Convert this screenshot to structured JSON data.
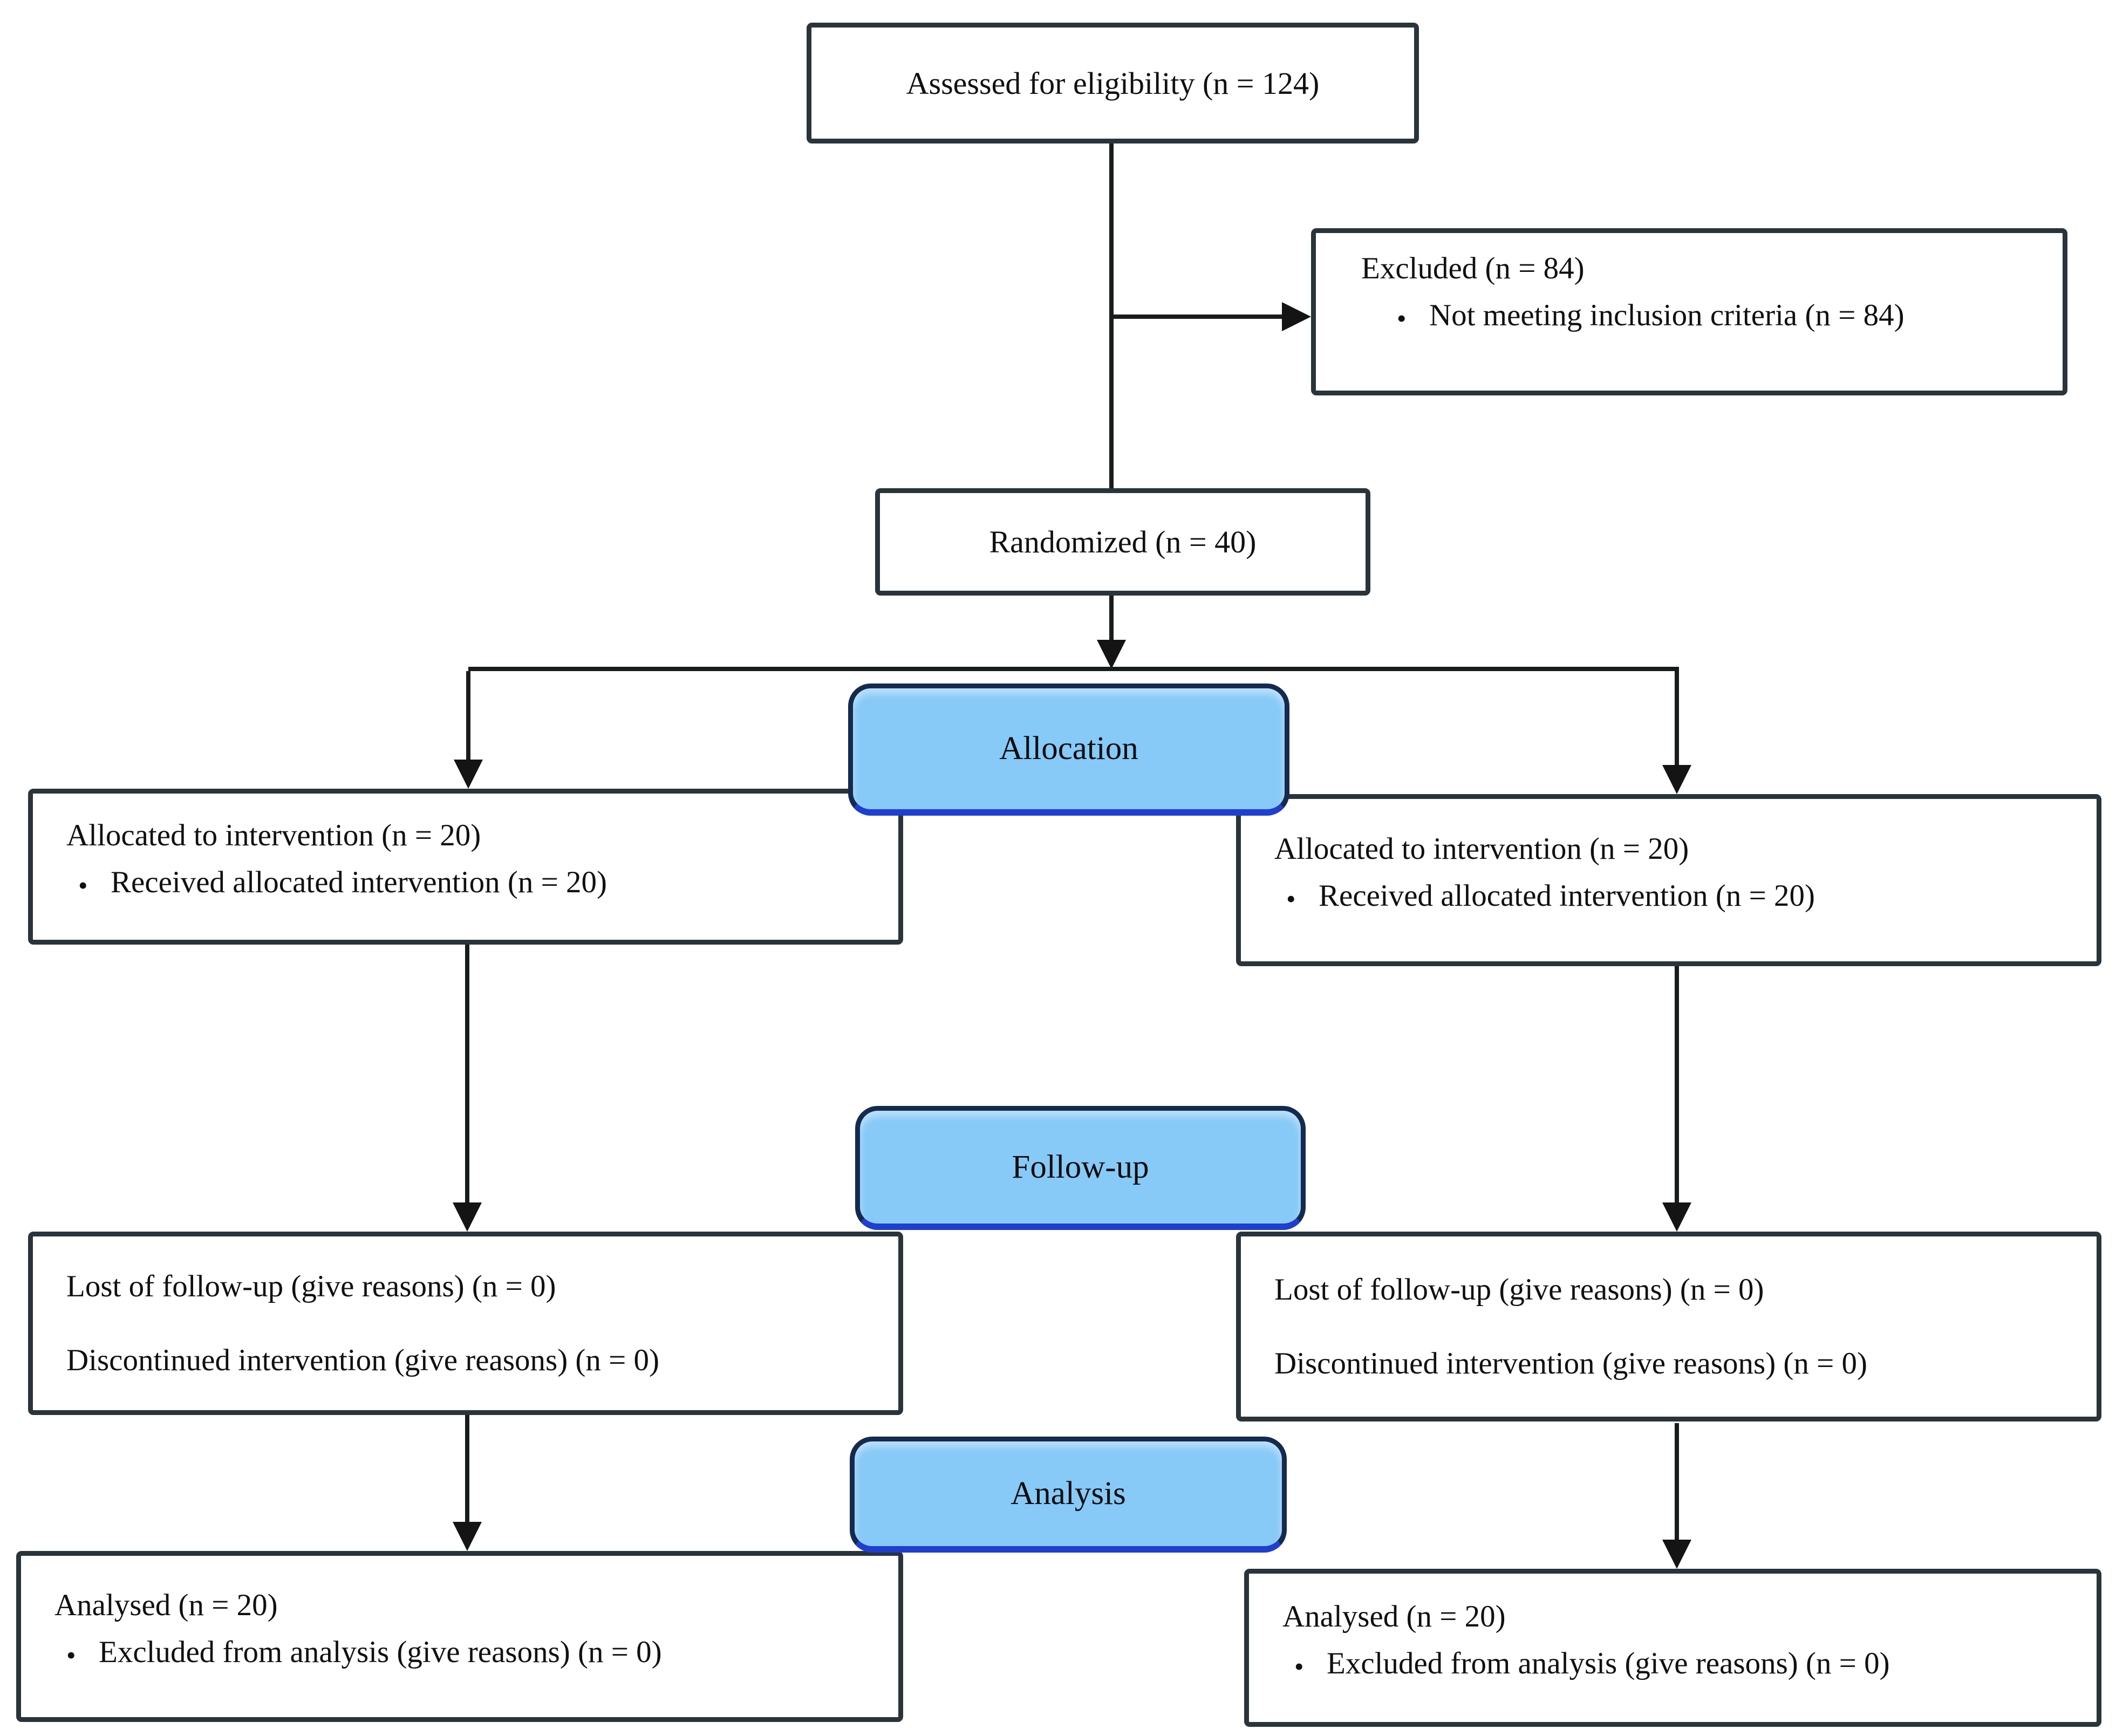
{
  "stages": {
    "allocation": "Allocation",
    "followup": "Follow-up",
    "analysis": "Analysis"
  },
  "boxes": {
    "eligibility": {
      "text": "Assessed for eligibility (n = 124)"
    },
    "excluded": {
      "title": "Excluded (n = 84)",
      "bullets": [
        "Not meeting inclusion criteria (n = 84)"
      ]
    },
    "randomized": {
      "text": "Randomized (n = 40)"
    },
    "allocation_left": {
      "title": "Allocated to intervention (n = 20)",
      "bullets": [
        "Received allocated intervention (n = 20)"
      ]
    },
    "allocation_right": {
      "title": "Allocated to intervention (n = 20)",
      "bullets": [
        "Received allocated intervention (n = 20)"
      ]
    },
    "followup_left": {
      "lines": [
        "Lost of follow-up (give reasons) (n = 0)",
        "Discontinued intervention (give reasons) (n = 0)"
      ]
    },
    "followup_right": {
      "lines": [
        "Lost of follow-up (give reasons) (n = 0)",
        "Discontinued intervention (give reasons) (n = 0)"
      ]
    },
    "analysis_left": {
      "title": "Analysed (n = 20)",
      "bullets": [
        "Excluded from analysis (give reasons) (n = 0)"
      ]
    },
    "analysis_right": {
      "title": "Analysed (n = 20)",
      "bullets": [
        "Excluded from analysis (give reasons) (n = 0)"
      ]
    }
  },
  "colors": {
    "stage_fill": "#87C9F7",
    "stage_border": "#16294E",
    "stage_border_bottom": "#1E3FD0",
    "box_border": "#29343B",
    "connector": "#191C1C",
    "background": "#FFFFFF",
    "text": "#101010"
  }
}
